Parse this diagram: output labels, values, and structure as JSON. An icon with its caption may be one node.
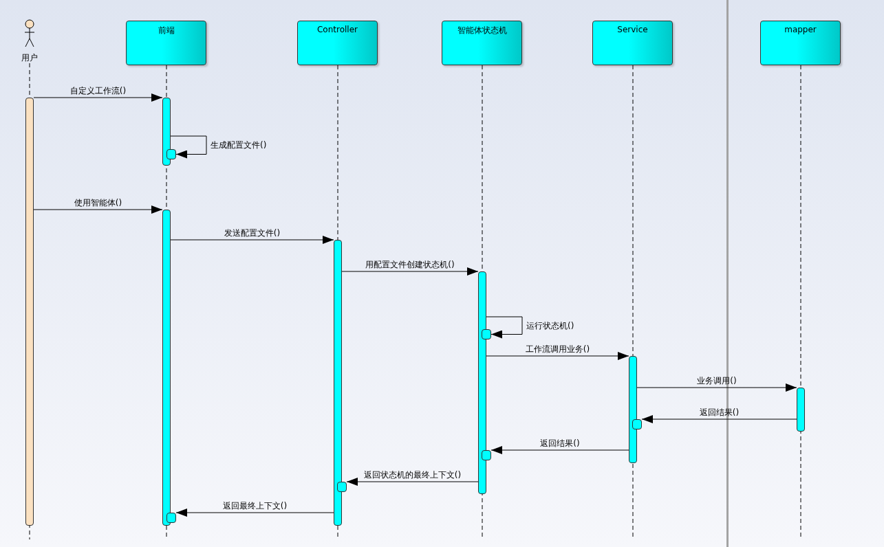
{
  "diagram": {
    "nodes": [
      {
        "text": [
          "用户"
        ]
      },
      {
        "text": [
          "前端"
        ]
      },
      {
        "text": [
          "Controller"
        ]
      },
      {
        "text": [
          "智能体状态机"
        ]
      },
      {
        "text": [
          "Service"
        ]
      },
      {
        "text": [
          "mapper"
        ]
      },
      {
        "text": [],
        "shape": "bar"
      },
      {
        "text": [],
        "shape": "bar"
      },
      {
        "text": [],
        "shape": "bar"
      },
      {
        "text": [],
        "shape": "bar"
      },
      {
        "text": [],
        "shape": "bar"
      },
      {
        "text": [],
        "shape": "bar"
      },
      {
        "text": [],
        "shape": "bar"
      },
      {
        "text": [],
        "shape": "bar"
      },
      {
        "text": [],
        "shape": "bar"
      },
      {
        "text": [],
        "shape": "bar"
      },
      {
        "text": [],
        "shape": "bar"
      },
      {
        "text": [],
        "shape": "bar"
      },
      {
        "text": [],
        "shape": "bar"
      }
    ],
    "edges": [
      {
        "from": 6,
        "to": 7,
        "arrow": "to",
        "label": "自定义工作流()"
      },
      {
        "from": 7,
        "to": 8,
        "arrow": "to",
        "label": "生成配置文件()"
      },
      {
        "from": 6,
        "to": 9,
        "arrow": "to",
        "label": "使用智能体()"
      },
      {
        "from": 9,
        "to": 10,
        "arrow": "to",
        "label": "发送配置文件()"
      },
      {
        "from": 10,
        "to": 11,
        "arrow": "to",
        "label": "用配置文件创建状态机()"
      },
      {
        "from": 11,
        "to": 12,
        "arrow": "to",
        "label": "运行状态机()"
      },
      {
        "from": 11,
        "to": 13,
        "arrow": "to",
        "label": "工作流调用业务()"
      },
      {
        "from": 13,
        "to": 14,
        "arrow": "to",
        "label": "业务调用()"
      },
      {
        "from": 14,
        "to": 15,
        "arrow": "to",
        "label": "返回结果()"
      },
      {
        "from": 13,
        "to": 16,
        "arrow": "to",
        "label": "返回结果()"
      },
      {
        "from": 11,
        "to": 17,
        "arrow": "to",
        "label": "返回状态机的最终上下文()"
      },
      {
        "from": 10,
        "to": 18,
        "arrow": "to",
        "label": "返回最终上下文()"
      }
    ]
  }
}
